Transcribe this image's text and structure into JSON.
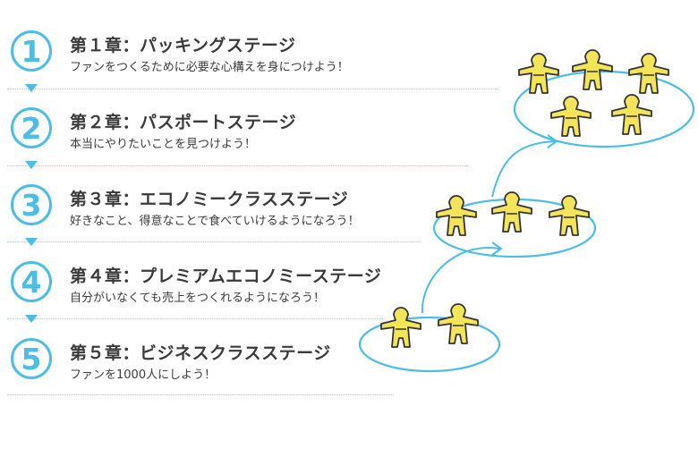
{
  "stages": [
    {
      "number": "1",
      "title": "第１章：パッキングステージ",
      "description": "ファンをつくるために必要な心構えを身につけよう！"
    },
    {
      "number": "2",
      "title": "第２章：パスポートステージ",
      "description": "本当にやりたいことを見つけよう！"
    },
    {
      "number": "3",
      "title": "第３章：エコノミークラスステージ",
      "description": "好きなこと、得意なことで食べていけるようになろう！"
    },
    {
      "number": "4",
      "title": "第４章：プレミアムエコノミーステージ",
      "description": "自分がいなくても売上をつくれるようになろう！"
    },
    {
      "number": "5",
      "title": "第５章：ビジネスクラスステージ",
      "description": "ファンを1000人にしよう！"
    }
  ],
  "colors": {
    "accent": "#4bbde6",
    "figure_fill": "#f4e45a",
    "figure_stroke": "#333333"
  }
}
